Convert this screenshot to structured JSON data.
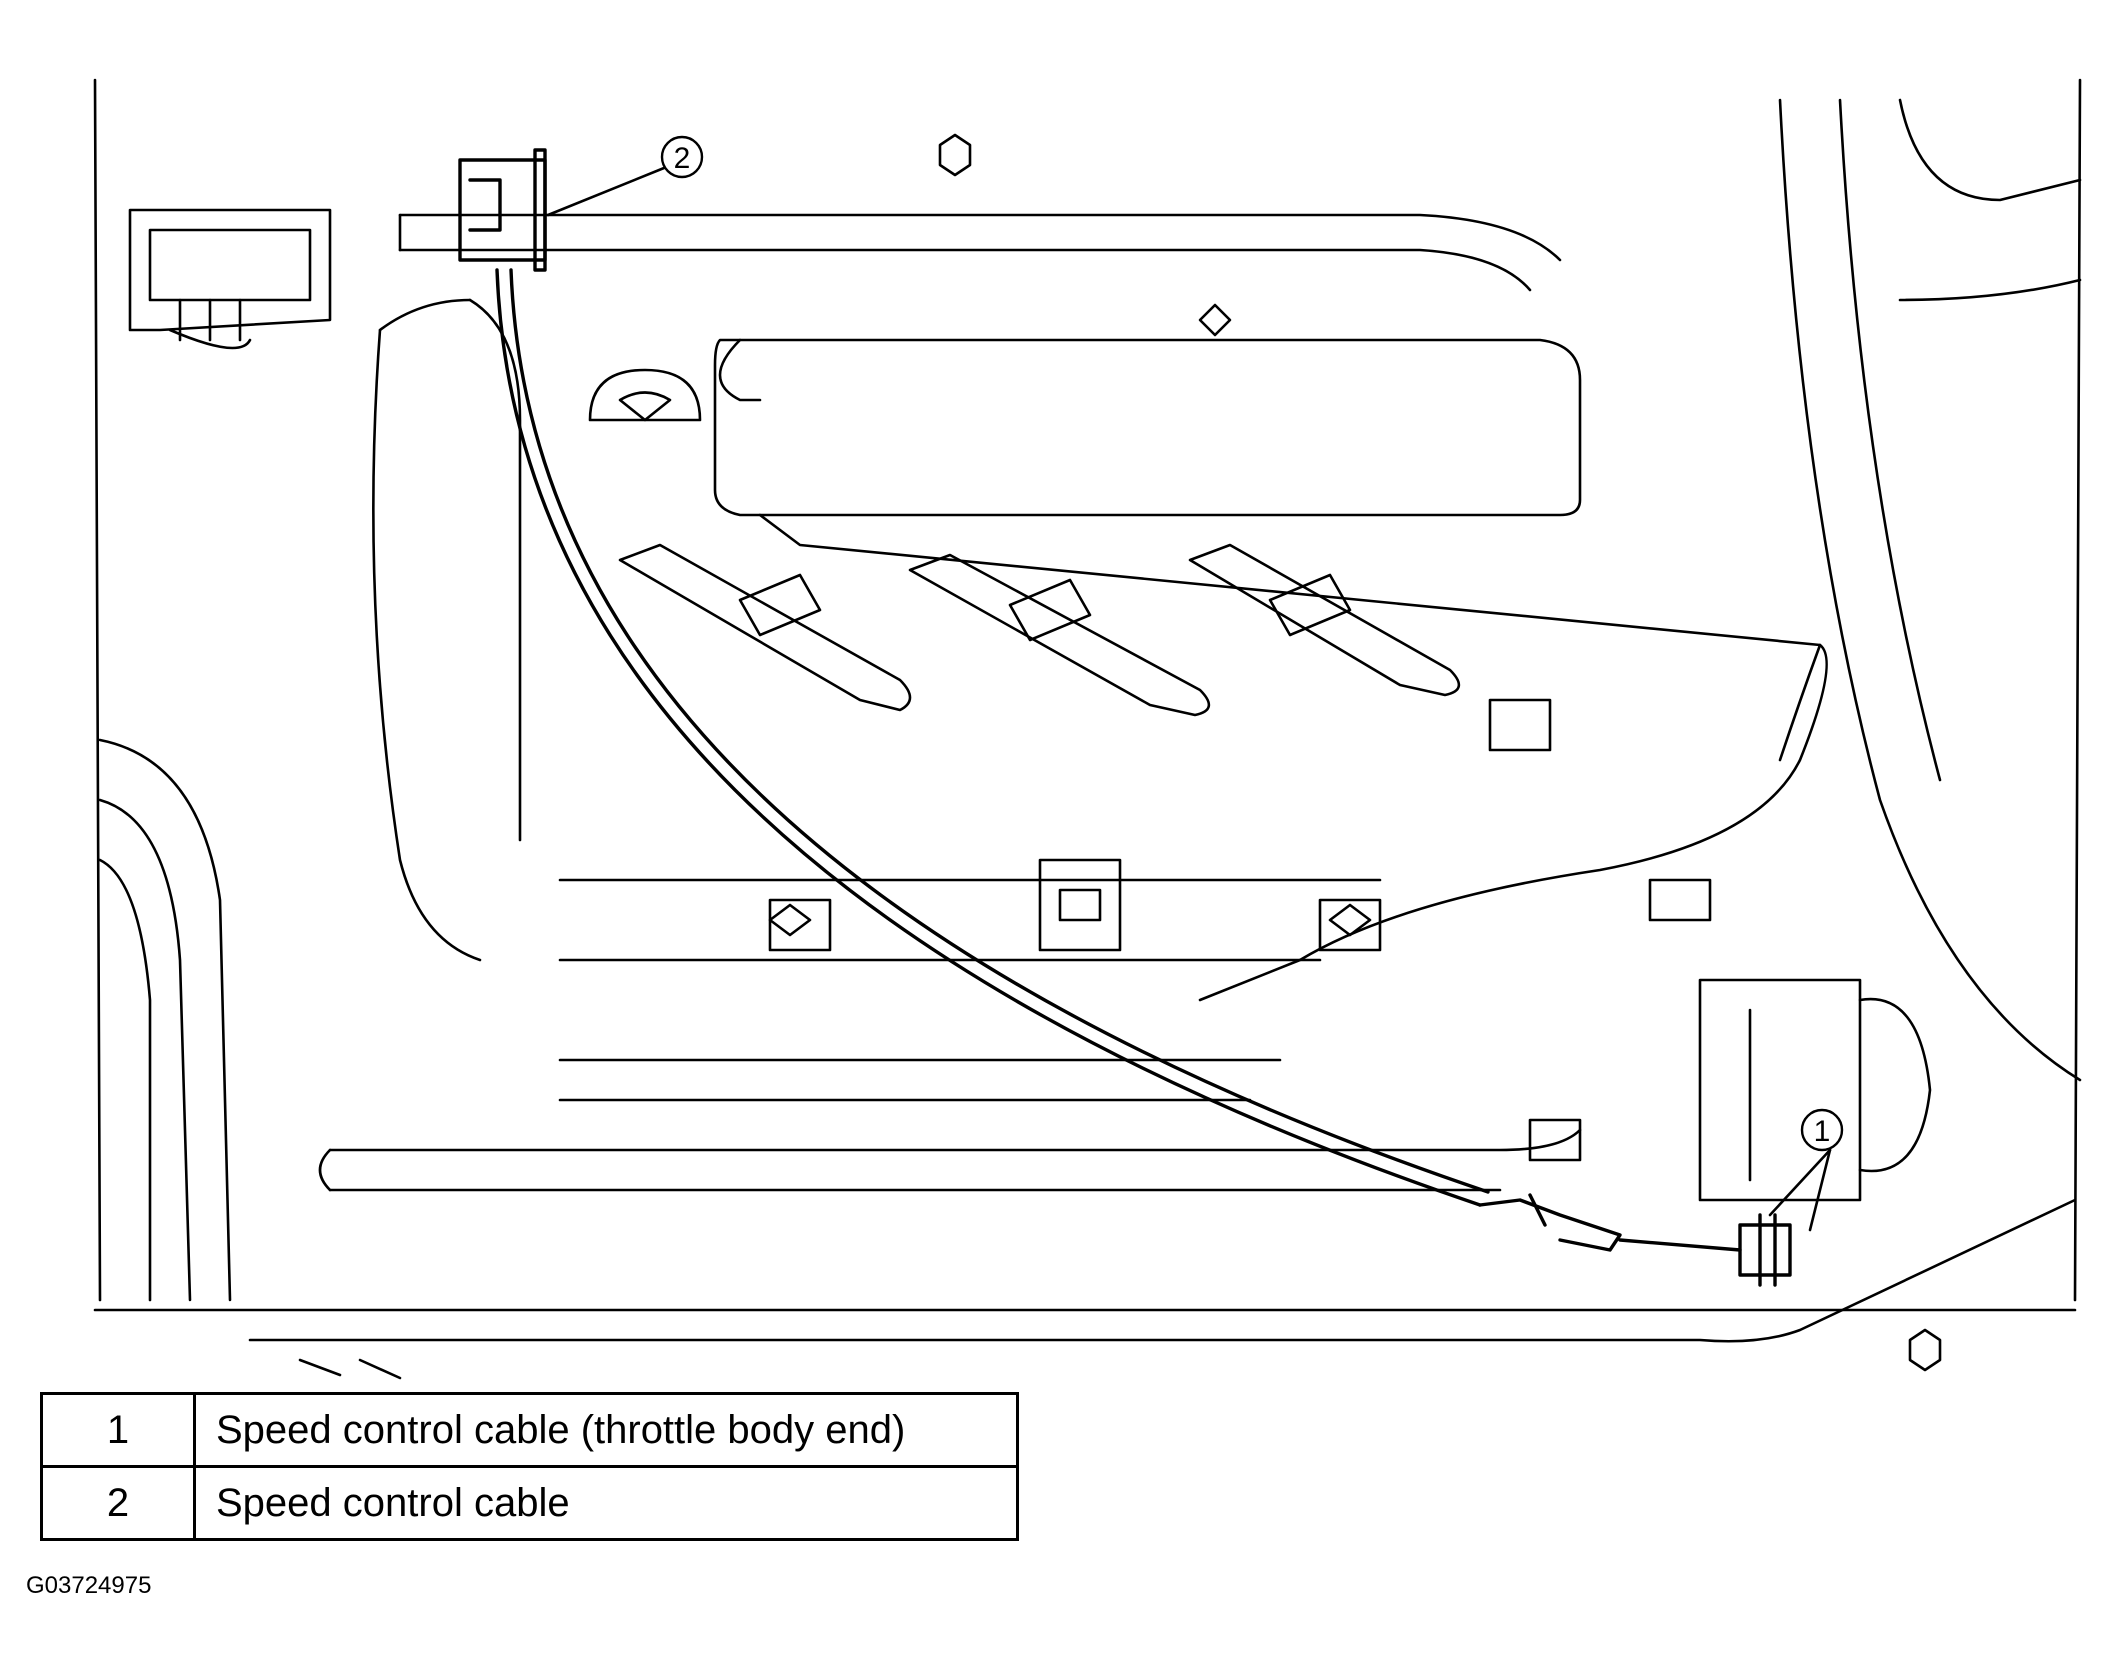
{
  "figure_id": "G03724975",
  "callouts": [
    {
      "number": "1",
      "description": "Speed control cable (throttle body end)"
    },
    {
      "number": "2",
      "description": "Speed control cable"
    }
  ],
  "colors": {
    "line": "#000000",
    "background": "#ffffff"
  }
}
